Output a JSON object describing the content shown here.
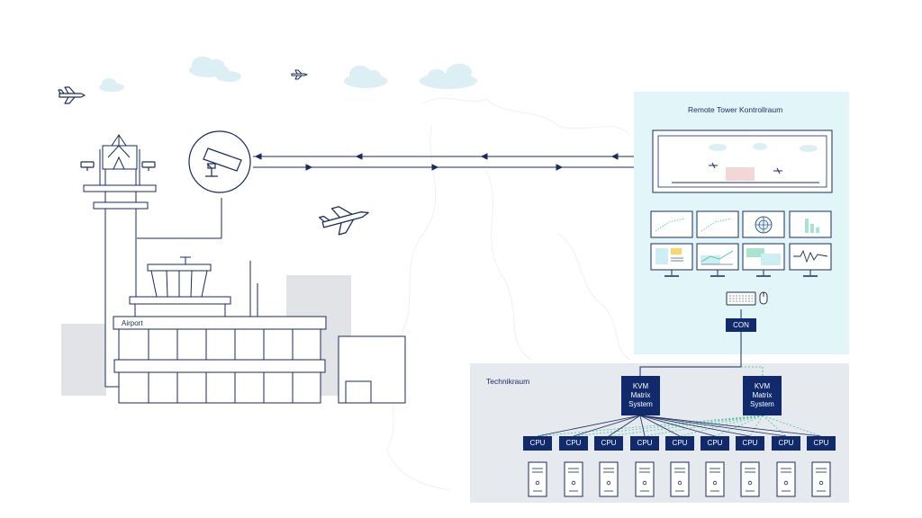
{
  "zones": {
    "control_room": "Remote Tower Kontrollraum",
    "tech_room": "Technikraum",
    "airport": "Airport"
  },
  "devices": {
    "con": "CON",
    "kvm_left": "KVM\nMatrix\nSystem",
    "kvm_right": "KVM\nMatrix\nSystem",
    "cpu_label": "CPU",
    "cpus": [
      "CPU",
      "CPU",
      "CPU",
      "CPU",
      "CPU",
      "CPU",
      "CPU",
      "CPU",
      "CPU"
    ]
  },
  "colors": {
    "navy": "#102a6b",
    "line": "#1b2a5c",
    "control_room_bg": "#e2f6f9",
    "tech_room_bg": "#e6e9ee",
    "accent_green": "#4fc3a1",
    "accent_yellow": "#f5d76e",
    "cloud": "#dceff5",
    "building_gray": "#e1e3e7"
  },
  "icons": [
    "camera-icon",
    "airplane-icon",
    "cloud-icon",
    "keyboard-icon",
    "mouse-icon",
    "monitor-icon",
    "server-tower-icon",
    "radar-icon"
  ]
}
